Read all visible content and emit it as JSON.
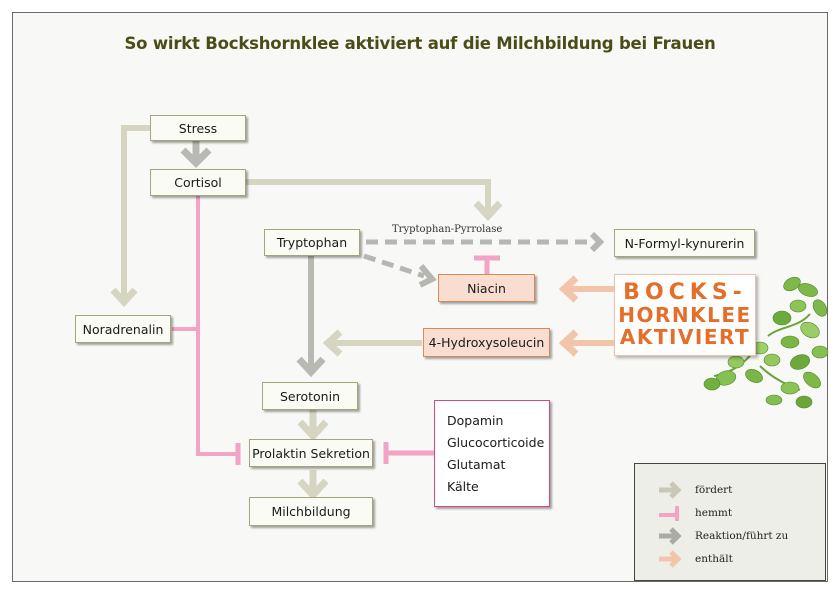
{
  "title": "So wirkt Bockshornklee aktiviert auf die Milchbildung bei Frauen",
  "colors": {
    "title": "#4b4d18",
    "foerdert": "#d6d5c2",
    "hemmt": "#f2a3c6",
    "reaktion": "#b6b6b2",
    "enthaelt": "#f2c5ab",
    "brand_orange": "#e46f2a"
  },
  "nodes": {
    "stress": "Stress",
    "cortisol": "Cortisol",
    "tryptophan": "Tryptophan",
    "n_formyl": "N-Formyl-kynurerin",
    "niacin": "Niacin",
    "hydroxy": "4-Hydroxysoleucin",
    "noradrenalin": "Noradrenalin",
    "serotonin": "Serotonin",
    "prolaktin": "Prolaktin Sekretion",
    "milchbildung": "Milchbildung"
  },
  "enzyme_label": "Tryptophan-Pyrrolase",
  "inhibitors": [
    "Dopamin",
    "Glucocorticoide",
    "Glutamat",
    "Kälte"
  ],
  "brand_box": {
    "line1": "BOCKS-",
    "line2": "HORNKLEE",
    "line3": "AKTIVIERT"
  },
  "legend": [
    {
      "icon": "arrow-foerdert",
      "label": "fördert"
    },
    {
      "icon": "bar-hemmt",
      "label": "hemmt"
    },
    {
      "icon": "arrow-reaktion",
      "label": "Reaktion/führt zu"
    },
    {
      "icon": "arrow-enthaelt",
      "label": "enthält"
    }
  ]
}
